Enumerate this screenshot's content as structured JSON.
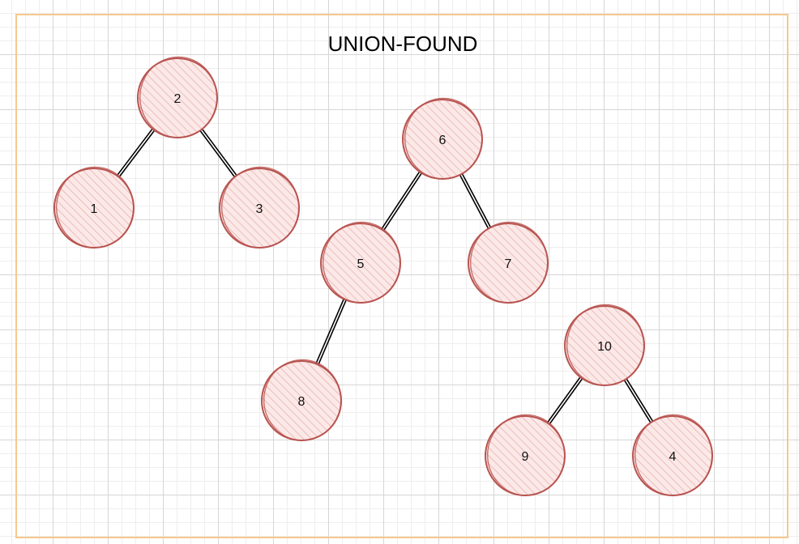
{
  "title": "UNION-FOUND",
  "colors": {
    "node_stroke": "#b85450",
    "node_fill": "#f8cecc",
    "edge": "#000000",
    "frame": "#f5c98e"
  },
  "nodes": [
    {
      "id": "2",
      "label": "2"
    },
    {
      "id": "1",
      "label": "1"
    },
    {
      "id": "3",
      "label": "3"
    },
    {
      "id": "6",
      "label": "6"
    },
    {
      "id": "5",
      "label": "5"
    },
    {
      "id": "7",
      "label": "7"
    },
    {
      "id": "8",
      "label": "8"
    },
    {
      "id": "10",
      "label": "10"
    },
    {
      "id": "9",
      "label": "9"
    },
    {
      "id": "4",
      "label": "4"
    }
  ],
  "edges": [
    {
      "from": "2",
      "to": "1"
    },
    {
      "from": "2",
      "to": "3"
    },
    {
      "from": "6",
      "to": "5"
    },
    {
      "from": "6",
      "to": "7"
    },
    {
      "from": "5",
      "to": "8"
    },
    {
      "from": "10",
      "to": "9"
    },
    {
      "from": "10",
      "to": "4"
    }
  ]
}
